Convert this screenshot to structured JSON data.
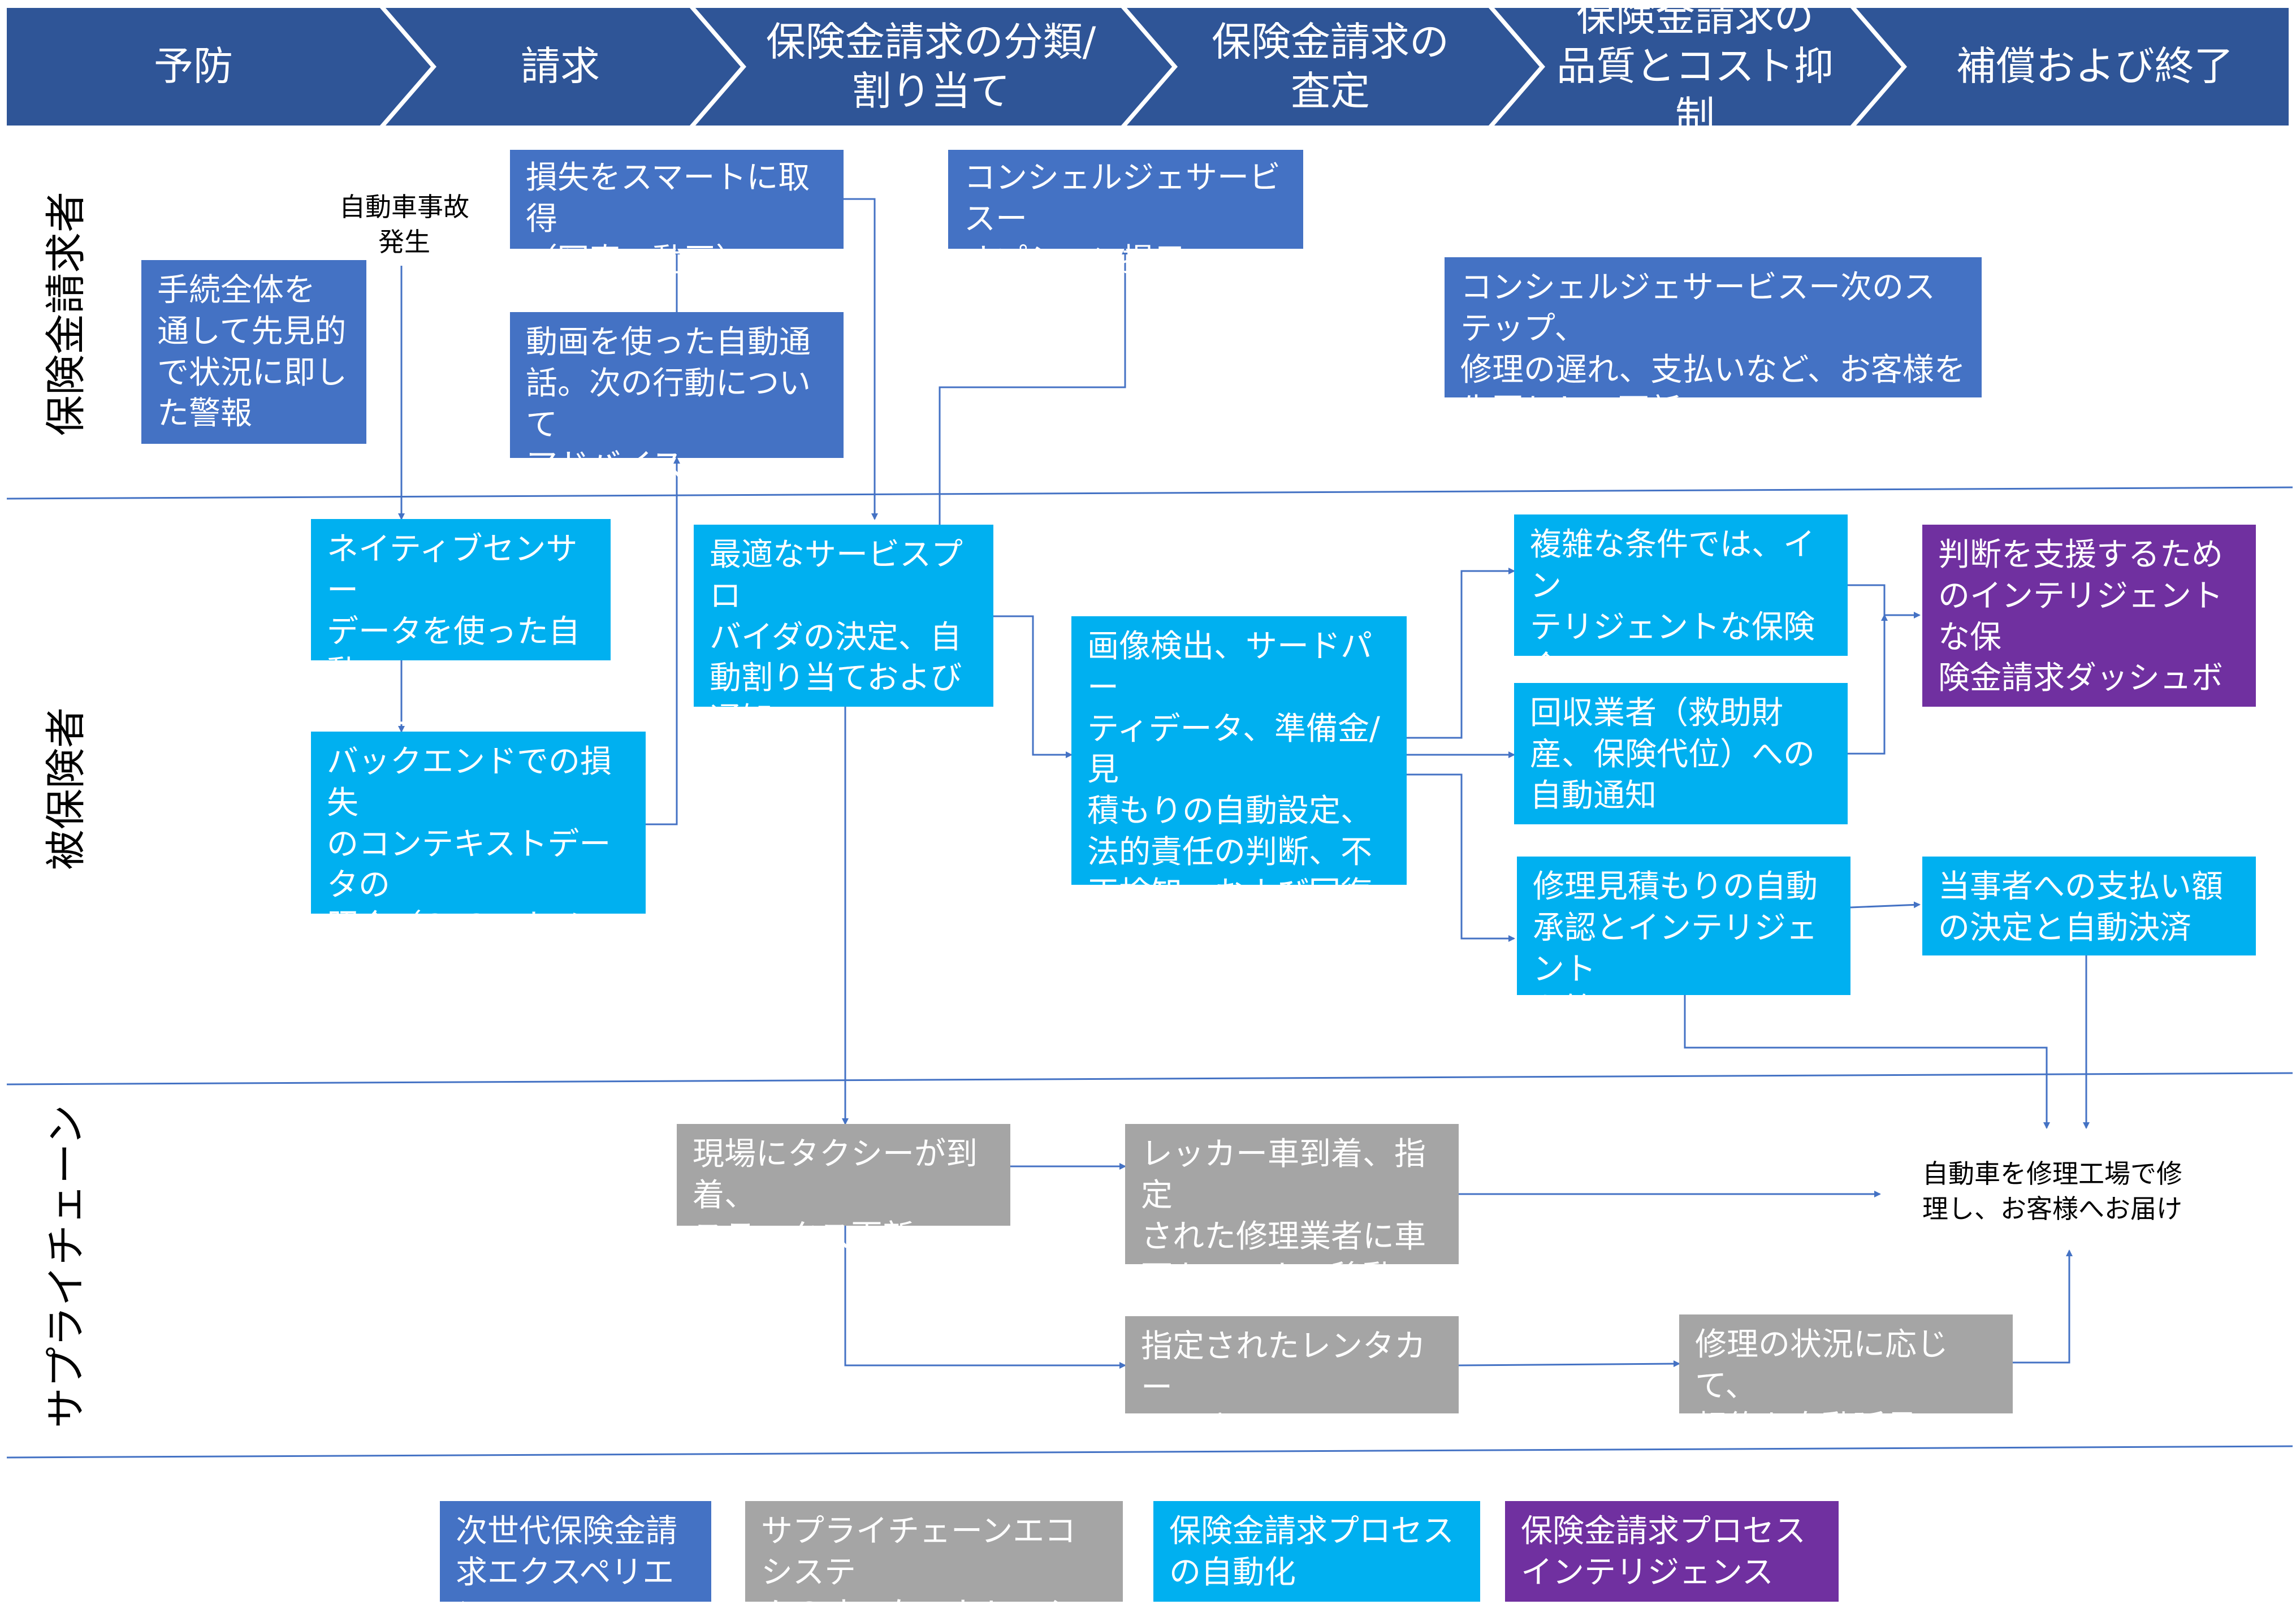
{
  "header": {
    "steps": [
      "予防",
      "請求",
      "保険金請求の分類/\n割り当て",
      "保険金請求の\n査定",
      "保険金請求の\n品質とコスト抑制",
      "補償および終了"
    ],
    "color": "#2f5597"
  },
  "lanes": [
    "保険金請求者",
    "被保険者",
    "サプライチェーン"
  ],
  "boxes": {
    "alert": "手続全体を\n通して先見的\nで状況に即し\nた警報",
    "accident": "自動車事故\n発生",
    "smart_capture": "損失をスマートに取得\n（写真、動画）",
    "auto_call": "動画を使った自動通\n話。次の行動について\nアドバイス",
    "concierge_option": "コンシェルジェサービスー\nオプション提示",
    "concierge_next": "コンシェルジェサービスー次のステップ、\n修理の遅れ、支払いなど、お客様を\n先回りして更新",
    "native_fnol": "ネイティブセンサー\nデータを使った自動\nFNOL",
    "backend": "バックエンドでの損失\nのコンテキストデータの\n照合（CPG、カメラ、\n衛星画像など）",
    "provider": "最適なサービスプロ\nバイダの決定、自\n動割り当ておよび\n通知",
    "image_detect": "画像検出、サードパー\nティデータ、準備金/見\n積もりの自動設定、\n法的責任の判断、不\n正検知、および回復\n判断",
    "complex_assign": "複雑な条件では、イン\nテリジェントな保険金\n請求割り当て",
    "salvage_notify": "回収業者（救助財\n産、保険代位）への\n自動通知",
    "repair_estimate": "修理見積もりの自動\n承認とインテリジェント\nな管理",
    "dashboard": "判断を支援するため\nのインテリジェントな保\n険金請求ダッシュボー\nド",
    "payment": "当事者への支払い額\nの決定と自動決済",
    "taxi": "現場にタクシーが到着、\nステータス更新",
    "tow": "レッカー車到着、指定\nされた修理業者に車\n両をレッカー移動",
    "deliver": "自動車を修理工場で修\n理し、お客様へお届け",
    "rental": "指定されたレンタカー\nの配車",
    "extend": "修理の状況に応じて、\n契約を自動延長"
  },
  "legend": [
    {
      "label": "次世代保険金請\n求エクスペリエンス",
      "color": "#4472c4"
    },
    {
      "label": "サプライチェーンエコシステ\nムのオーケストレーション",
      "color": "#a5a5a5"
    },
    {
      "label": "保険金請求プロセス\nの自動化",
      "color": "#00b0f0"
    },
    {
      "label": "保険金請求プロセス\nインテリジェンス",
      "color": "#7030a0"
    }
  ],
  "colors": {
    "dark_blue": "#4472c4",
    "cyan": "#00b0f0",
    "gray": "#a5a5a5",
    "purple": "#7030a0",
    "line": "#4472c4"
  }
}
